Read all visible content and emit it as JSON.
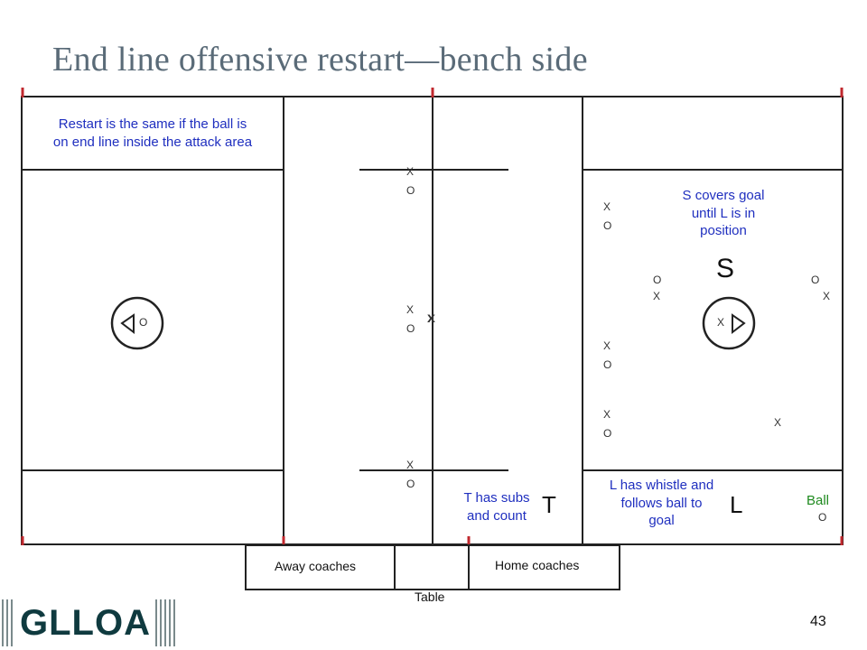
{
  "title": "End line offensive restart—bench side",
  "notes": {
    "restart_line1": "Restart is the same if the ball is",
    "restart_line2": "on end line inside the attack area",
    "s_line1": "S covers goal",
    "s_line2": "until L is in",
    "s_line3": "position",
    "t_line1": "T has subs",
    "t_line2": "and count",
    "l_line1": "L has whistle and",
    "l_line2": "follows ball to",
    "l_line3": "goal",
    "ball": "Ball"
  },
  "officials": {
    "s": "S",
    "t": "T",
    "l": "L"
  },
  "marks": {
    "x": "X",
    "o": "O",
    "x_small": "x"
  },
  "labels": {
    "away": "Away coaches",
    "home": "Home coaches",
    "table": "Table"
  },
  "footer": {
    "logo": "GLLOA",
    "page": "43"
  },
  "colors": {
    "note_blue": "#1f2fbf",
    "ball_green": "#1f8a1f",
    "line": "#222222",
    "tick": "#c0282e"
  }
}
